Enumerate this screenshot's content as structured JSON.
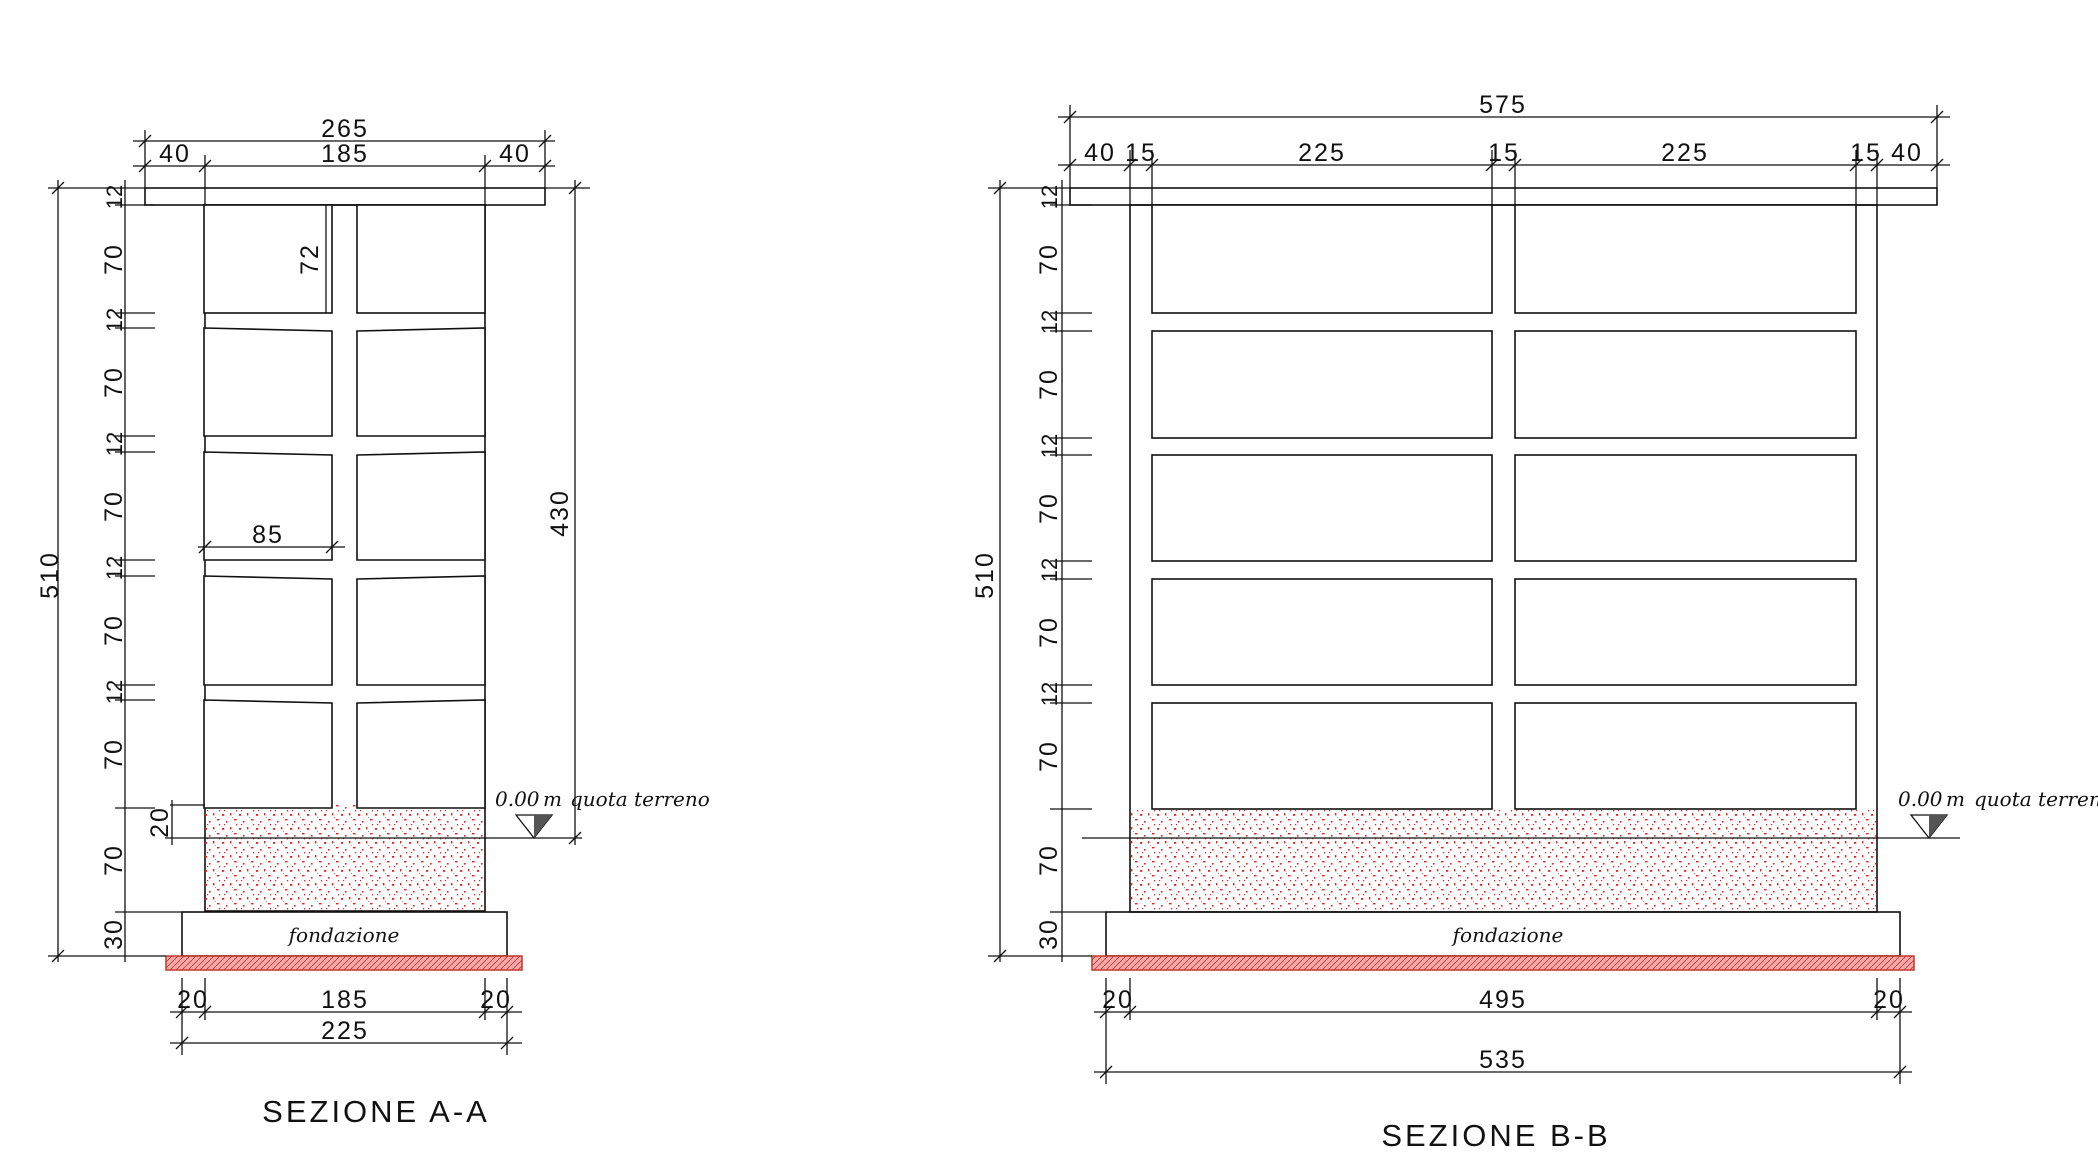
{
  "colors": {
    "line": "#111111",
    "concrete_speckle": "#e82020",
    "lean_concrete": "#f4aaaa",
    "background": "#ffffff"
  },
  "section_a": {
    "caption": "SEZIONE A-A",
    "top_dims": {
      "overall": "265",
      "left_overhang": "40",
      "middle": "185",
      "right_overhang": "40"
    },
    "heights": {
      "total": "510",
      "above_ground": "430",
      "slab_top": "12",
      "cell": "70",
      "slab": "12",
      "interior_cell": "72",
      "ground_offset": "20",
      "plinth": "70",
      "foundation": "30"
    },
    "cell_width": "85",
    "ground_label": {
      "level": "0.00",
      "unit": "m",
      "text": "quota terreno"
    },
    "foundation_label": "fondazione",
    "bottom_dims": {
      "left": "20",
      "middle": "185",
      "right": "20",
      "overall": "225"
    }
  },
  "section_b": {
    "caption": "SEZIONE B-B",
    "top_dims": {
      "overall": "575",
      "left_overhang": "40",
      "left_wall": "15",
      "left_bay": "225",
      "mid_wall": "15",
      "right_bay": "225",
      "right_wall": "15",
      "right_overhang": "40"
    },
    "heights": {
      "total": "510",
      "slab_top": "12",
      "cell": "70",
      "slab": "12",
      "plinth": "70",
      "foundation": "30"
    },
    "ground_label": {
      "level": "0.00",
      "unit": "m",
      "text": "quota terreno"
    },
    "foundation_label": "fondazione",
    "bottom_dims": {
      "left": "20",
      "middle": "495",
      "right": "20",
      "overall": "535"
    }
  }
}
